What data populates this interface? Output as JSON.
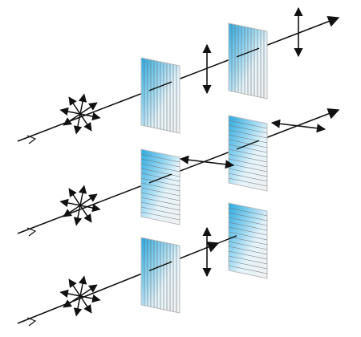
{
  "colors": {
    "line": "#111111",
    "filter_top": "#2aa9df",
    "filter_mid": "#bfe6f6",
    "filter_bottom": "#f2f2f2",
    "filter_edge": "#bbbbbb",
    "grating_line": "#777777",
    "background": "#ffffff"
  },
  "rows": [
    {
      "id": "top",
      "input": "unpolarized",
      "first_polarizer": "vertical",
      "light_between": "vertical",
      "second_polarizer": "vertical",
      "light_after": "vertical"
    },
    {
      "id": "middle",
      "input": "unpolarized",
      "first_polarizer": "horizontal",
      "light_between": "horizontal",
      "second_polarizer": "horizontal",
      "light_after": "horizontal"
    },
    {
      "id": "bottom",
      "input": "unpolarized",
      "first_polarizer": "vertical",
      "light_between": "vertical",
      "second_polarizer": "horizontal",
      "light_after": "none"
    }
  ],
  "icons": {
    "unpolarized": "starburst-arrows-icon",
    "vertical": "vertical-double-arrow-icon",
    "horizontal": "horizontal-double-arrow-icon",
    "ray": "ray-arrow-icon"
  }
}
